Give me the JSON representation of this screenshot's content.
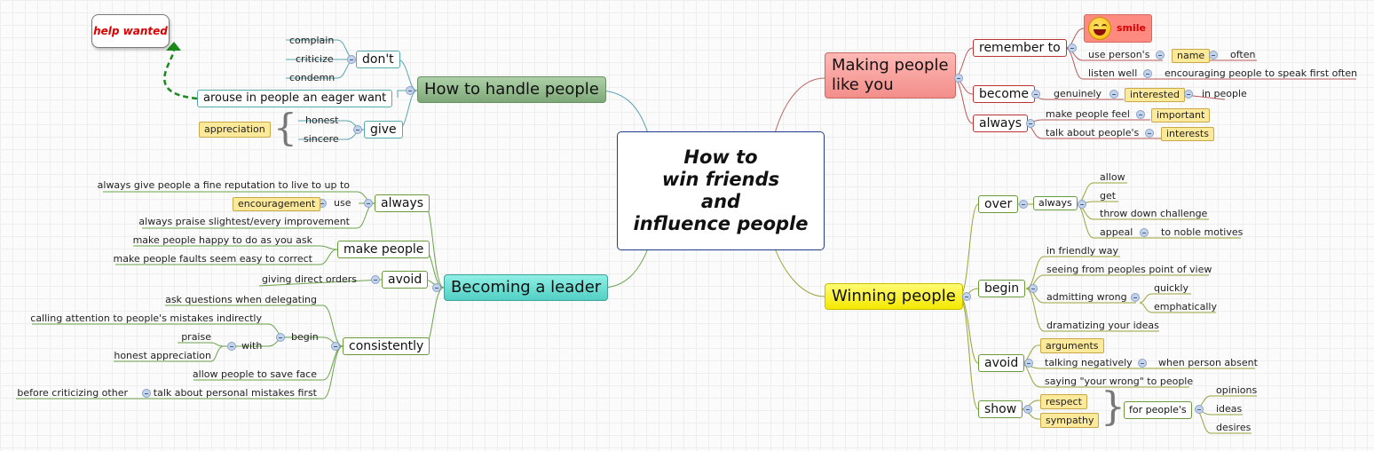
{
  "central": "How to\nwin friends\nand\ninfluence people",
  "help_wanted": "help wanted",
  "handle": {
    "title": "How to handle people",
    "dont": "don't",
    "dont_items": [
      "complain",
      "criticize",
      "condemn"
    ],
    "arouse": "arouse in people an eager want",
    "give": "give",
    "give_items": [
      "honest",
      "sincere"
    ],
    "appreciation": "appreciation"
  },
  "leader": {
    "title": "Becoming a leader",
    "always": "always",
    "always_items": [
      "always give people a fine reputation to live to up to",
      "use",
      "always praise slightest/every improvement"
    ],
    "encouragement": "encouragement",
    "make_people": "make people",
    "make_items": [
      "make people happy to do as you ask",
      "make people faults seem easy to correct"
    ],
    "avoid": "avoid",
    "avoid_items": [
      "giving direct orders"
    ],
    "consistently": "consistently",
    "consistently_items": [
      "ask questions when delegating",
      "begin",
      "allow people to save face",
      "talk about personal mistakes first"
    ],
    "begin_items": [
      "calling attention to people's mistakes indirectly",
      "with"
    ],
    "with_items": [
      "praise",
      "honest appreciation"
    ],
    "before": "before criticizing other"
  },
  "like": {
    "title": "Making people\nlike you",
    "remember": "remember to",
    "smile": "smile",
    "use_persons": "use person's",
    "name": "name",
    "often": "often",
    "listen": "listen well",
    "encouraging": "encouraging people to speak first often",
    "become": "become",
    "genuinely": "genuinely",
    "interested": "interested",
    "in_people": "in people",
    "always": "always",
    "make_feel": "make people feel",
    "important": "important",
    "talk_about": "talk about people's",
    "interests": "interests"
  },
  "winning": {
    "title": "Winning people",
    "over": "over",
    "over_always": "always",
    "over_items": [
      "allow",
      "get",
      "throw down challenge",
      "appeal"
    ],
    "noble": "to noble motives",
    "begin": "begin",
    "begin_items": [
      "in friendly way",
      "seeing from peoples point of view",
      "admitting wrong",
      "dramatizing your ideas"
    ],
    "admitting_items": [
      "quickly",
      "emphatically"
    ],
    "avoid": "avoid",
    "arguments": "arguments",
    "talking_neg": "talking negatively",
    "when_absent": "when person absent",
    "saying": "saying \"your wrong\" to people",
    "show": "show",
    "respect": "respect",
    "sympathy": "sympathy",
    "for_peoples": "for people's",
    "for_items": [
      "opinions",
      "ideas",
      "desires"
    ]
  }
}
